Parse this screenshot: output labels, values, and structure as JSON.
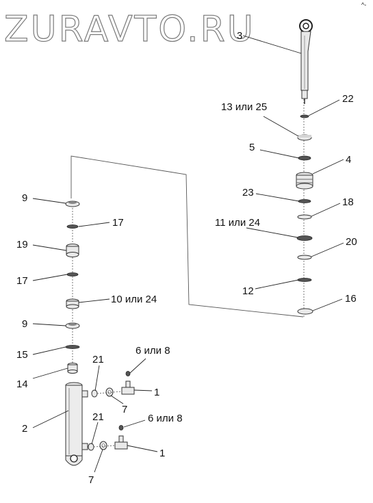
{
  "watermark": "ZURAVTO.RU",
  "corner_mark": "^-",
  "callouts": {
    "c3": "3",
    "c22": "22",
    "c13or25": "13 или 25",
    "c5": "5",
    "c4": "4",
    "c23": "23",
    "c18": "18",
    "c11or24": "11 или 24",
    "c20": "20",
    "c12": "12",
    "c16": "16",
    "c9a": "9",
    "c17a": "17",
    "c19": "19",
    "c17b": "17",
    "c10or24": "10 или 24",
    "c9b": "9",
    "c15": "15",
    "c14": "14",
    "c2": "2",
    "c21a": "21",
    "c6or8a": "6 или 8",
    "c1a": "1",
    "c7a": "7",
    "c21b": "21",
    "c6or8b": "6 или 8",
    "c1b": "1",
    "c7b": "7"
  }
}
